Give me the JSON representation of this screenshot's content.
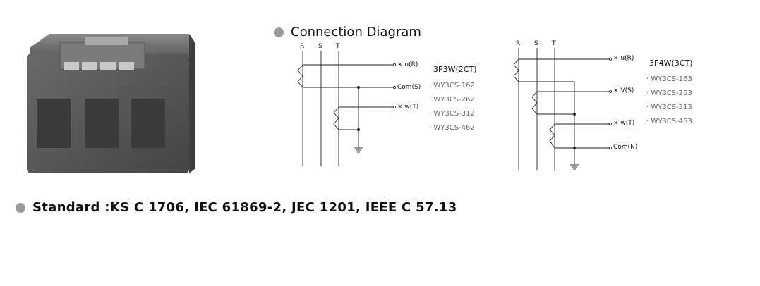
{
  "heading": {
    "label": "Connection Diagram"
  },
  "standard": {
    "text": "Standard :KS C 1706, IEC 61869-2, JEC 1201, IEEE C 57.13"
  },
  "diagram_left": {
    "phases": [
      "R",
      "S",
      "T"
    ],
    "terminals": [
      "u(R)",
      "Com(S)",
      "w(T)"
    ],
    "config": "3P3W(2CT)",
    "models": [
      "· WY3CS-162",
      "· WY3CS-262",
      "· WY3CS-312",
      "· WY3CS-462"
    ]
  },
  "diagram_right": {
    "phases": [
      "R",
      "S",
      "T"
    ],
    "terminals": [
      "u(R)",
      "V(S)",
      "w(T)",
      "Com(N)"
    ],
    "config": "3P4W(3CT)",
    "models": [
      "· WY3CS-163",
      "· WY3CS-263",
      "· WY3CS-313",
      "· WY3CS-463"
    ]
  },
  "colors": {
    "bullet": "#9a9a9a",
    "line": "#222222",
    "model_text": "#666666"
  }
}
